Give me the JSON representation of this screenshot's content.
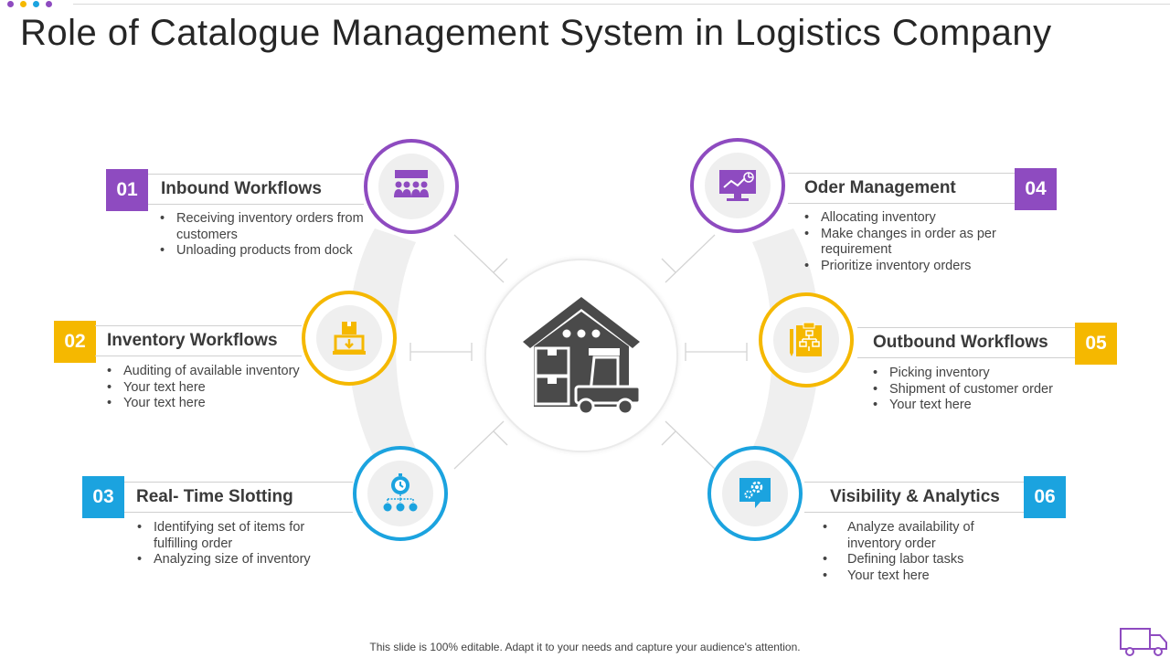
{
  "title": "Role of Catalogue Management System in Logistics Company",
  "footer": "This slide is 100% editable. Adapt it to your needs and capture your audience's attention.",
  "colors": {
    "purple": "#8e4bc0",
    "yellow": "#f5b800",
    "blue": "#1ba3df",
    "dark_icon": "#4a4a4a",
    "connector": "#efefef"
  },
  "center_icon": "warehouse-forklift-icon",
  "items": [
    {
      "number": "01",
      "heading": "Inbound Workflows",
      "icon": "people-presentation-icon",
      "color": "purple",
      "bullets": [
        "Receiving inventory orders from customers",
        "Unloading products from dock"
      ]
    },
    {
      "number": "02",
      "heading": "Inventory Workflows",
      "icon": "box-laptop-icon",
      "color": "yellow",
      "bullets": [
        "Auditing of available inventory",
        "Your text here",
        "Your text here"
      ]
    },
    {
      "number": "03",
      "heading": "Real- Time Slotting",
      "icon": "stopwatch-network-icon",
      "color": "blue",
      "bullets": [
        "Identifying set of items for fulfilling order",
        "Analyzing size of inventory"
      ]
    },
    {
      "number": "04",
      "heading": "Oder Management",
      "icon": "monitor-chart-icon",
      "color": "purple",
      "bullets": [
        "Allocating inventory",
        "Make changes in order as per requirement",
        "Prioritize inventory orders"
      ]
    },
    {
      "number": "05",
      "heading": "Outbound Workflows",
      "icon": "clipboard-flowchart-icon",
      "color": "yellow",
      "bullets": [
        "Picking inventory",
        "Shipment of customer order",
        "Your text here"
      ]
    },
    {
      "number": "06",
      "heading": "Visibility & Analytics",
      "icon": "gear-chat-icon",
      "color": "blue",
      "bullets": [
        "Analyze availability of inventory order",
        "Defining labor tasks",
        "Your text here"
      ]
    }
  ]
}
